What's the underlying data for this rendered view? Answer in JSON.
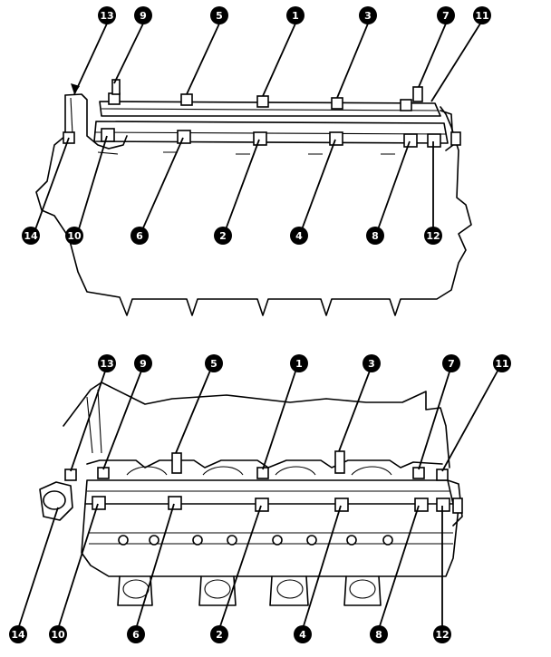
{
  "diagrams": [
    {
      "id": "top",
      "callouts": [
        {
          "id": "t13",
          "label": "13"
        },
        {
          "id": "t9",
          "label": "9"
        },
        {
          "id": "t5",
          "label": "5"
        },
        {
          "id": "t1",
          "label": "1"
        },
        {
          "id": "t3",
          "label": "3"
        },
        {
          "id": "t7",
          "label": "7"
        },
        {
          "id": "t11",
          "label": "11"
        },
        {
          "id": "t14",
          "label": "14"
        },
        {
          "id": "t10",
          "label": "10"
        },
        {
          "id": "t6",
          "label": "6"
        },
        {
          "id": "t2",
          "label": "2"
        },
        {
          "id": "t4",
          "label": "4"
        },
        {
          "id": "t8",
          "label": "8"
        },
        {
          "id": "t12",
          "label": "12"
        }
      ]
    },
    {
      "id": "bottom",
      "callouts": [
        {
          "id": "b13",
          "label": "13"
        },
        {
          "id": "b9",
          "label": "9"
        },
        {
          "id": "b5",
          "label": "5"
        },
        {
          "id": "b1",
          "label": "1"
        },
        {
          "id": "b3",
          "label": "3"
        },
        {
          "id": "b7",
          "label": "7"
        },
        {
          "id": "b11",
          "label": "11"
        },
        {
          "id": "b14",
          "label": "14"
        },
        {
          "id": "b10",
          "label": "10"
        },
        {
          "id": "b6",
          "label": "6"
        },
        {
          "id": "b2",
          "label": "2"
        },
        {
          "id": "b4",
          "label": "4"
        },
        {
          "id": "b8",
          "label": "8"
        },
        {
          "id": "b12",
          "label": "12"
        }
      ]
    }
  ]
}
